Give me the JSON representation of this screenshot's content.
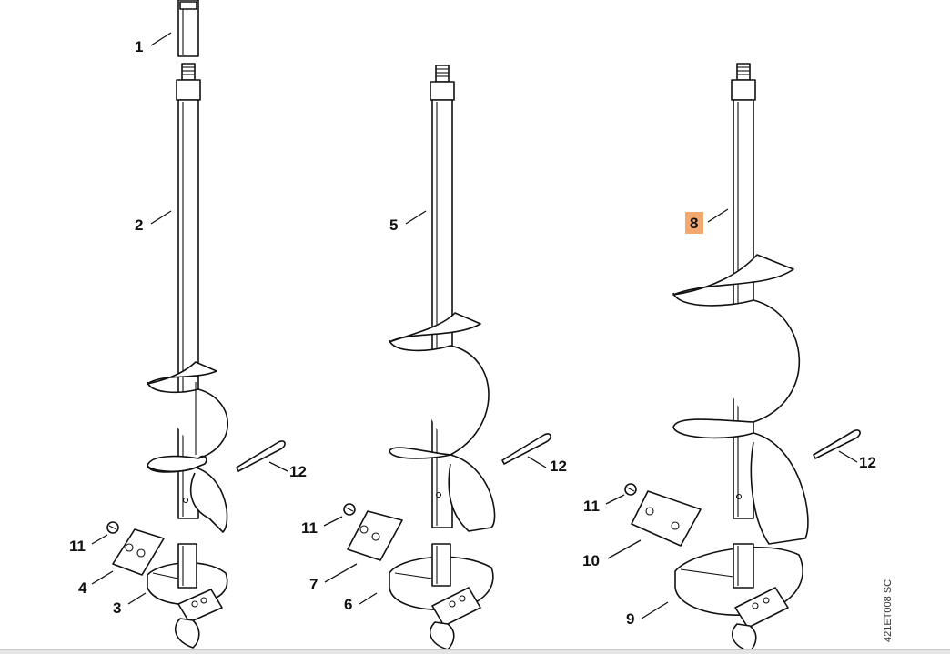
{
  "callouts": {
    "c1": "1",
    "c2": "2",
    "c3": "3",
    "c4": "4",
    "c5": "5",
    "c6": "6",
    "c7": "7",
    "c8": "8",
    "c9": "9",
    "c10": "10",
    "c11a": "11",
    "c11b": "11",
    "c11c": "11",
    "c12a": "12",
    "c12b": "12",
    "c12c": "12"
  },
  "highlight": {
    "callout": "8",
    "color": "#f3a86f"
  },
  "reference_code": "421ET008 SC"
}
